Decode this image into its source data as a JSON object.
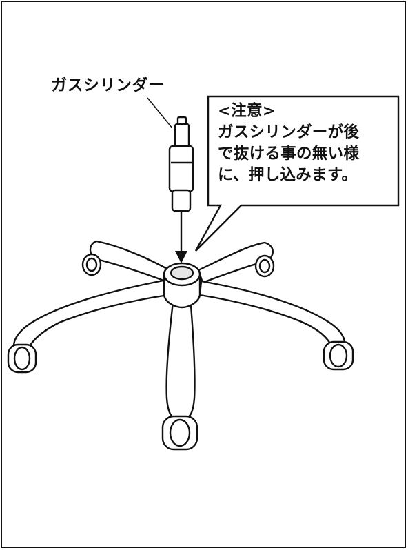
{
  "part_label": "ガスシリンダー",
  "caution": {
    "lines": [
      "<注意>",
      "ガスシリンダーが後",
      "で抜ける事の無い様",
      "に、押し込みます。"
    ]
  },
  "colors": {
    "line": "#111111",
    "fill": "#ffffff",
    "shade": "#e6e6e6"
  }
}
